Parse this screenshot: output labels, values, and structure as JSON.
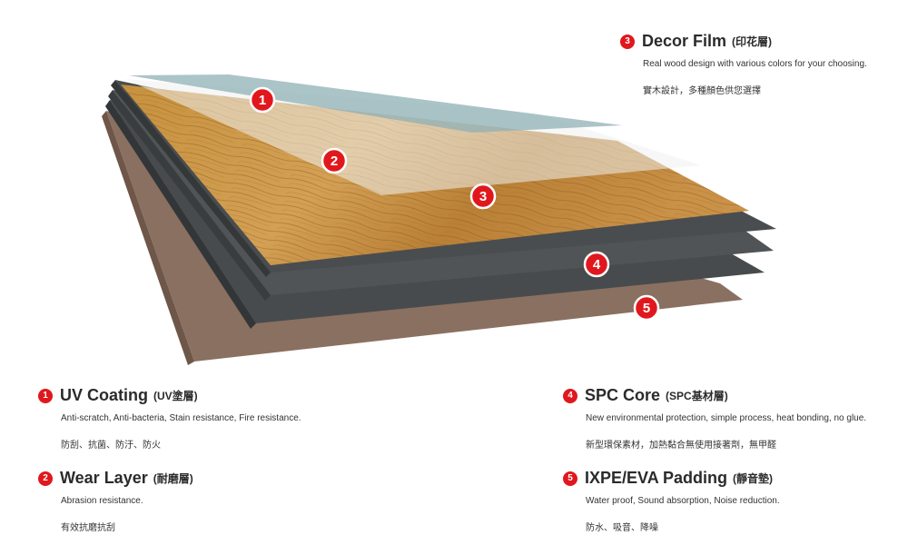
{
  "layers": [
    {
      "number": "1",
      "title": "UV Coating",
      "subtitle": "(UV塗層)",
      "description": "Anti-scratch, Anti-bacteria, Stain resistance, Fire resistance.",
      "description_zh": "防刮、抗菌、防汙、防火"
    },
    {
      "number": "2",
      "title": "Wear Layer",
      "subtitle": "(耐磨層)",
      "description": "Abrasion resistance.",
      "description_zh": "有效抗磨抗刮"
    },
    {
      "number": "3",
      "title": "Decor Film",
      "subtitle": "(印花層)",
      "description": "Real wood design with various colors for your choosing.",
      "description_zh": "實木設計，多種顏色供您選擇"
    },
    {
      "number": "4",
      "title": "SPC Core",
      "subtitle": "(SPC基材層)",
      "description": "New environmental protection, simple process, heat bonding, no glue.",
      "description_zh": "新型環保素材，加熱黏合無使用接著劑，無甲醛"
    },
    {
      "number": "5",
      "title": "IXPE/EVA Padding",
      "subtitle": "(靜音墊)",
      "description": "Water proof, Sound absorption, Noise reduction.",
      "description_zh": "防水、吸音、降噪"
    }
  ],
  "colors": {
    "accent": "#e0181d",
    "padding": "#8a7061",
    "core": "#4a4d4f",
    "wood": "#c48a3e",
    "wear": "#e9ecec",
    "uv": "#9bb3b7"
  }
}
